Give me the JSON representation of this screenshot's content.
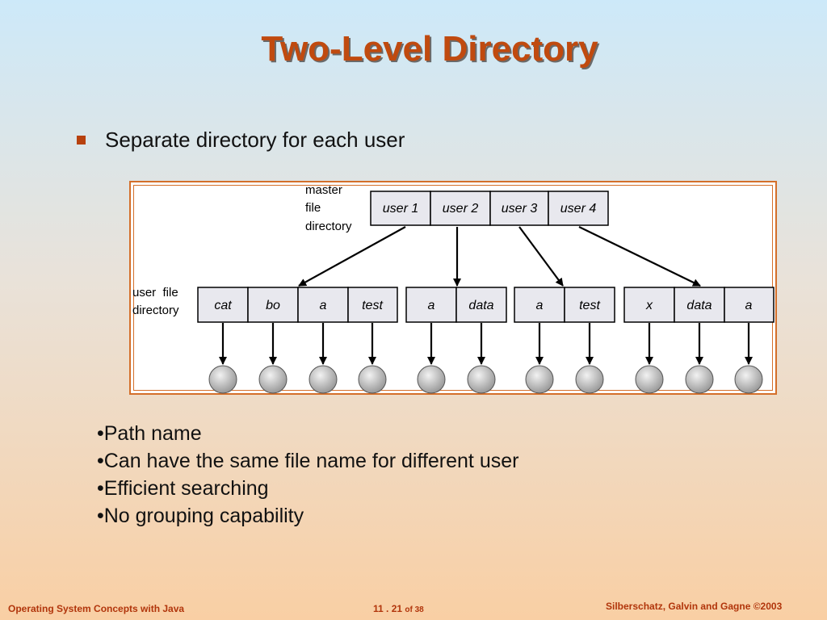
{
  "slide": {
    "title": "Two-Level Directory",
    "bullet": "Separate directory for each user",
    "points": [
      "•Path name",
      "•Can have the same file name for different user",
      "•Efficient searching",
      "•No grouping capability"
    ]
  },
  "diagram": {
    "master_label": [
      "master",
      "file",
      "directory"
    ],
    "user_label": [
      "user  file",
      "directory"
    ],
    "master_entries": [
      "user 1",
      "user 2",
      "user 3",
      "user 4"
    ],
    "user_dirs": [
      [
        "cat",
        "bo",
        "a",
        "test"
      ],
      [
        "a",
        "data"
      ],
      [
        "a",
        "test"
      ],
      [
        "x",
        "data",
        "a"
      ]
    ]
  },
  "footer": {
    "left": "Operating System Concepts with Java",
    "page": "11 . 21",
    "of": "of 38",
    "right": "Silberschatz, Galvin and Gagne ©2003"
  }
}
